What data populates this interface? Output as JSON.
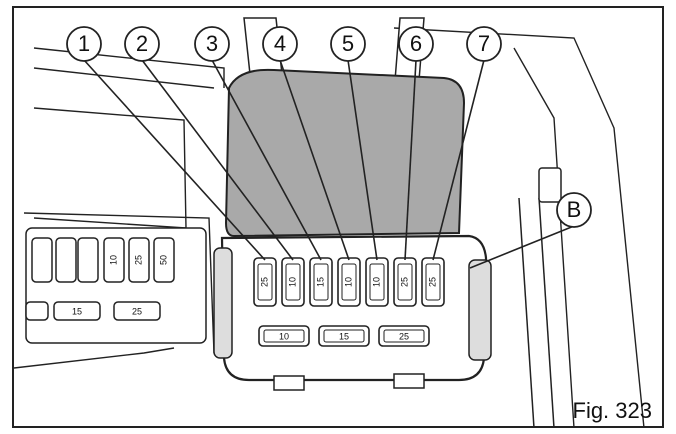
{
  "figure": {
    "caption": "Fig. 323"
  },
  "callouts": [
    "1",
    "2",
    "3",
    "4",
    "5",
    "6",
    "7",
    "B"
  ],
  "fuses_upper": [
    "25",
    "10",
    "15",
    "10",
    "10",
    "25",
    "25"
  ],
  "fuses_lower": [
    "10",
    "15",
    "25"
  ],
  "fuses_left_bottom": [
    "15",
    "25"
  ],
  "fuses_left_top": [
    "10",
    "25",
    "50"
  ],
  "colors": {
    "ink": "#222222",
    "lid": "#a9a9a9",
    "paper": "#ffffff"
  }
}
